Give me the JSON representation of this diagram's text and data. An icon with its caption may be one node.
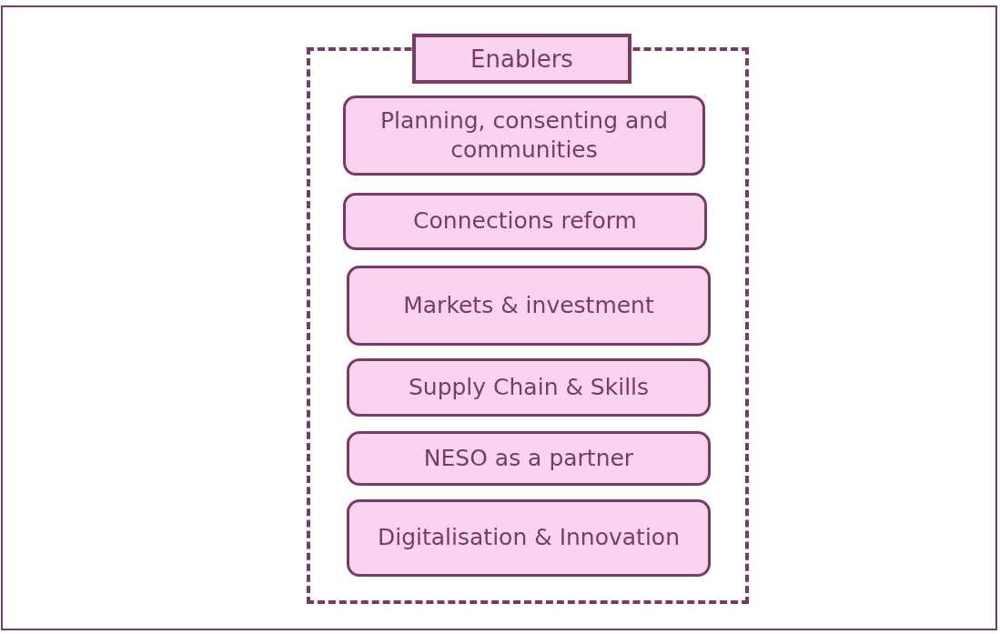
{
  "diagram": {
    "nodes": [
      {
        "text": [
          "Enablers"
        ]
      },
      {
        "text": [
          "Planning, consenting and communities"
        ],
        "in": 0
      },
      {
        "text": [
          "Connections reform"
        ],
        "in": 0
      },
      {
        "text": [
          "Markets & investment"
        ],
        "in": 0
      },
      {
        "text": [
          "Supply Chain & Skills"
        ],
        "in": 0
      },
      {
        "text": [
          "NESO as a partner"
        ],
        "in": 0
      },
      {
        "text": [
          "Digitalisation & Innovation"
        ],
        "in": 0
      }
    ]
  }
}
